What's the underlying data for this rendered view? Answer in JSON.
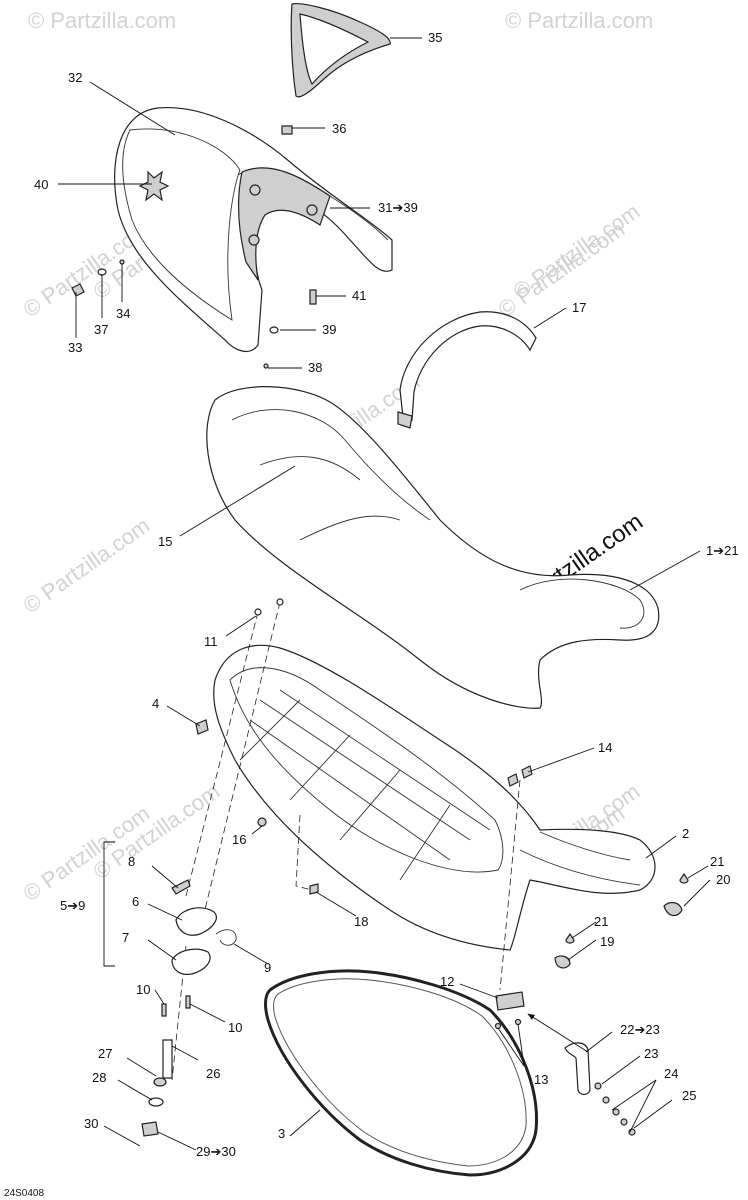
{
  "diagram": {
    "code": "24S0408",
    "watermark": "© Partzilla.com",
    "watermark_main": "© Partzilla.com",
    "group_bracket_label": "5➔9",
    "labels": [
      "35",
      "32",
      "36",
      "40",
      "31➔39",
      "41",
      "34",
      "37",
      "33",
      "39",
      "38",
      "17",
      "15",
      "1➔21",
      "11",
      "4",
      "14",
      "16",
      "2",
      "21",
      "20",
      "8",
      "6",
      "7",
      "9",
      "18",
      "21",
      "19",
      "10",
      "10",
      "12",
      "27",
      "26",
      "28",
      "22➔23",
      "23",
      "24",
      "13",
      "25",
      "30",
      "29➔30",
      "3"
    ]
  }
}
